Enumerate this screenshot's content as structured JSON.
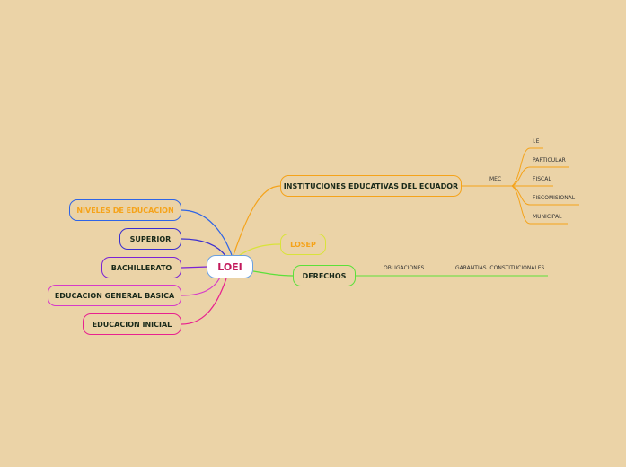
{
  "colors": {
    "background": "#EBD3A7",
    "niveles": "#2E64E6",
    "superior": "#3B2ECF",
    "bachillerato": "#7A22D6",
    "general": "#D63AC9",
    "inicial": "#E8218F",
    "instituciones": "#F5A31A",
    "losep": "#D9E33A",
    "derechos": "#5CE03A",
    "center_text": "#c2185b"
  },
  "center": {
    "label": "LOEI"
  },
  "left_nodes": [
    {
      "id": "niveles",
      "label": "NIVELES DE EDUCACION"
    },
    {
      "id": "superior",
      "label": "SUPERIOR"
    },
    {
      "id": "bachillerato",
      "label": "BACHILLERATO"
    },
    {
      "id": "general",
      "label": "EDUCACION GENERAL BASICA"
    },
    {
      "id": "inicial",
      "label": "EDUCACION INICIAL"
    }
  ],
  "instituciones": {
    "label": "INSTITUCIONES EDUCATIVAS DEL ECUADOR",
    "child": "MEC",
    "items": [
      "I.E",
      "PARTICULAR",
      "FISCAL",
      "FISCOMISIONAL",
      "MUNICIPAL"
    ]
  },
  "losep": {
    "label": "LOSEP"
  },
  "derechos": {
    "label": "DERECHOS",
    "items": [
      "OBLIGACIONES",
      "GARANTIAS  CONSTITUCIONALES"
    ]
  }
}
